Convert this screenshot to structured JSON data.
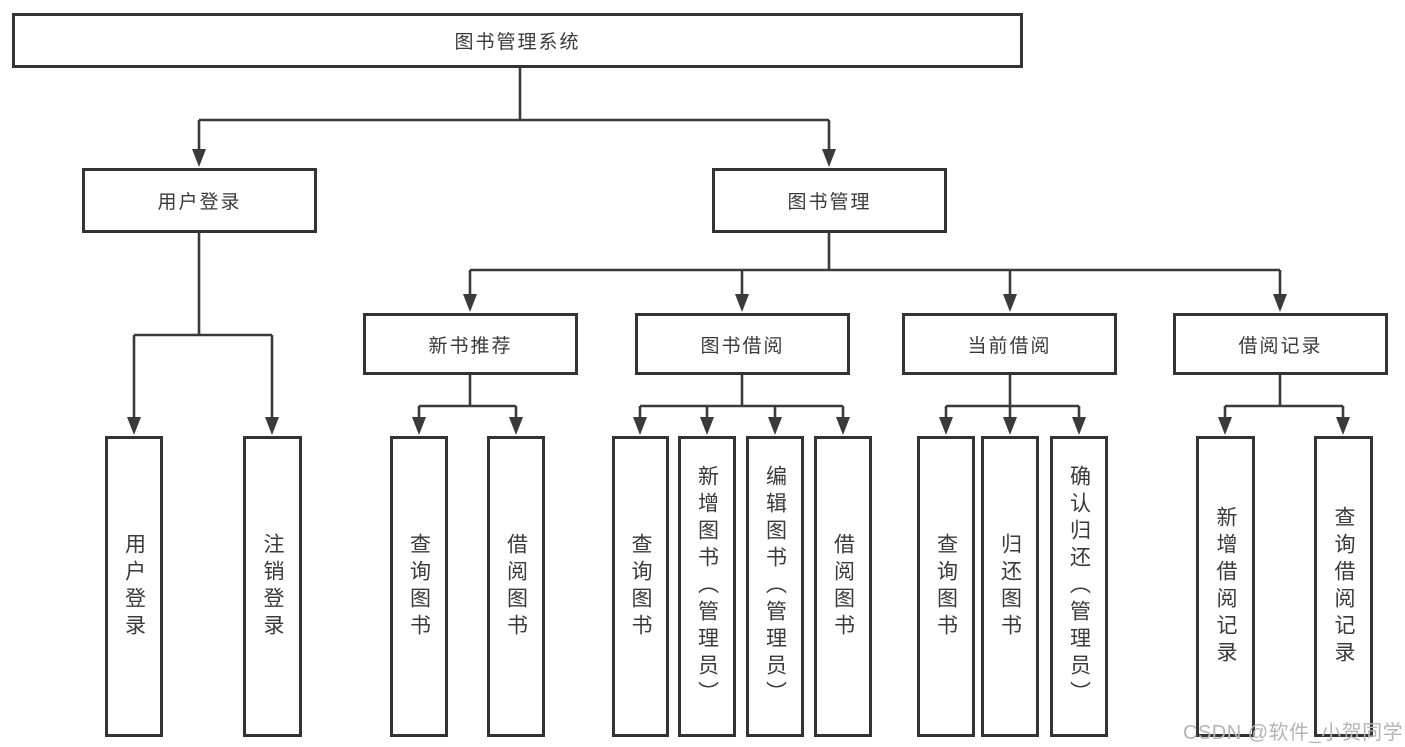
{
  "watermark": {
    "text": "CSDN @软件_小贺同学"
  },
  "colors": {
    "line": "#3a3a3a",
    "box_border": "#333333",
    "text": "#3a3a3a",
    "background": "#ffffff",
    "watermark": "#b5b5b5"
  },
  "tree": {
    "label": "图书管理系统",
    "children": [
      {
        "label": "用户登录",
        "children": [
          {
            "label": "用户登录"
          },
          {
            "label": "注销登录"
          }
        ]
      },
      {
        "label": "图书管理",
        "children": [
          {
            "label": "新书推荐",
            "children": [
              {
                "label": "查询图书"
              },
              {
                "label": "借阅图书"
              }
            ]
          },
          {
            "label": "图书借阅",
            "children": [
              {
                "label": "查询图书"
              },
              {
                "label": "新增图书（管理员）"
              },
              {
                "label": "编辑图书（管理员）"
              },
              {
                "label": "借阅图书"
              }
            ]
          },
          {
            "label": "当前借阅",
            "children": [
              {
                "label": "查询图书"
              },
              {
                "label": "归还图书"
              },
              {
                "label": "确认归还（管理员）"
              }
            ]
          },
          {
            "label": "借阅记录",
            "children": [
              {
                "label": "新增借阅记录"
              },
              {
                "label": "查询借阅记录"
              }
            ]
          }
        ]
      }
    ]
  }
}
